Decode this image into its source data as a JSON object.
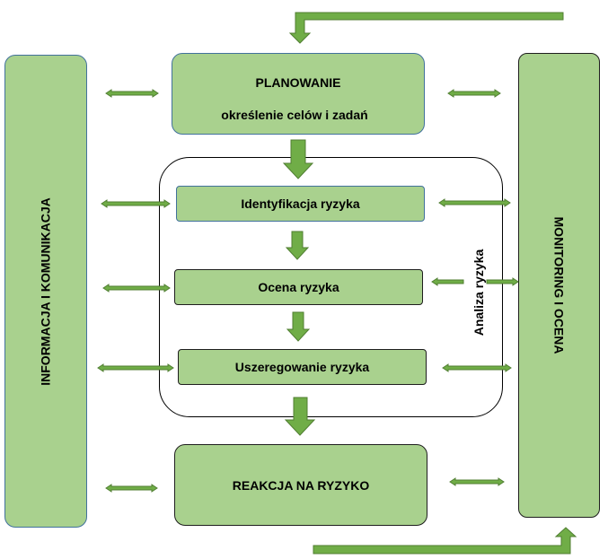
{
  "left_panel": {
    "label": "INFORMACJA I KOMUNIKACJA"
  },
  "right_panel": {
    "label": "MONITORING I OCENA"
  },
  "planning": {
    "title": "PLANOWANIE",
    "subtitle": "określenie celów i zadań"
  },
  "analysis": {
    "label": "Analiza ryzyka",
    "steps": [
      {
        "label": "Identyfikacja ryzyka"
      },
      {
        "label": "Ocena ryzyka"
      },
      {
        "label": "Uszeregowanie ryzyka"
      }
    ]
  },
  "response": {
    "label": "REAKCJA NA RYZYKO"
  },
  "colors": {
    "box_fill": "#a9d18e",
    "arrow_fill": "#70ad47",
    "arrow_stroke": "#507e32",
    "box_border_blue": "#41719c",
    "box_border_dark": "#1e1e1e"
  }
}
